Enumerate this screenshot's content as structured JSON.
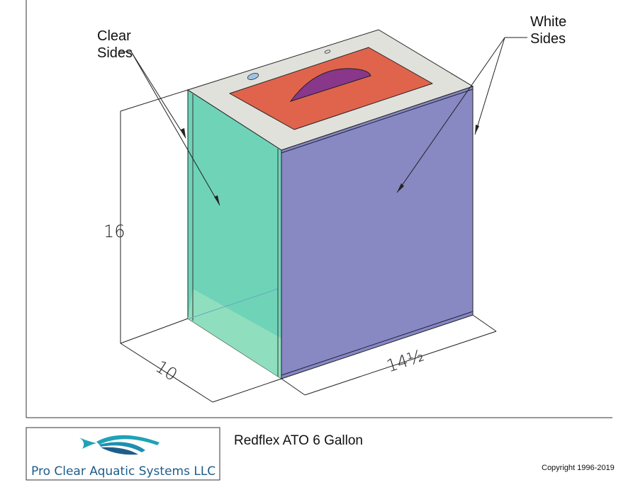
{
  "annotations": {
    "clear_line1": "Clear",
    "clear_line2": "Sides",
    "white_line1": "White",
    "white_line2": "Sides"
  },
  "dimensions": {
    "height": "16",
    "depth": "10",
    "width": "14½"
  },
  "title_block": {
    "title": "Redflex ATO 6 Gallon",
    "copyright": "Copyright 1996-2019",
    "logo_text": "Pro Clear Aquatic Systems LLC"
  },
  "colors": {
    "clear_side": "#6fd3b8",
    "clear_floor": "#8fdfbf",
    "white_side": "#8888c2",
    "top": "#e1e1dc",
    "lid": "#e0644c",
    "handle": "#88378a",
    "logo_teal": "#1ea3b5",
    "logo_navy": "#1d5d8a"
  }
}
